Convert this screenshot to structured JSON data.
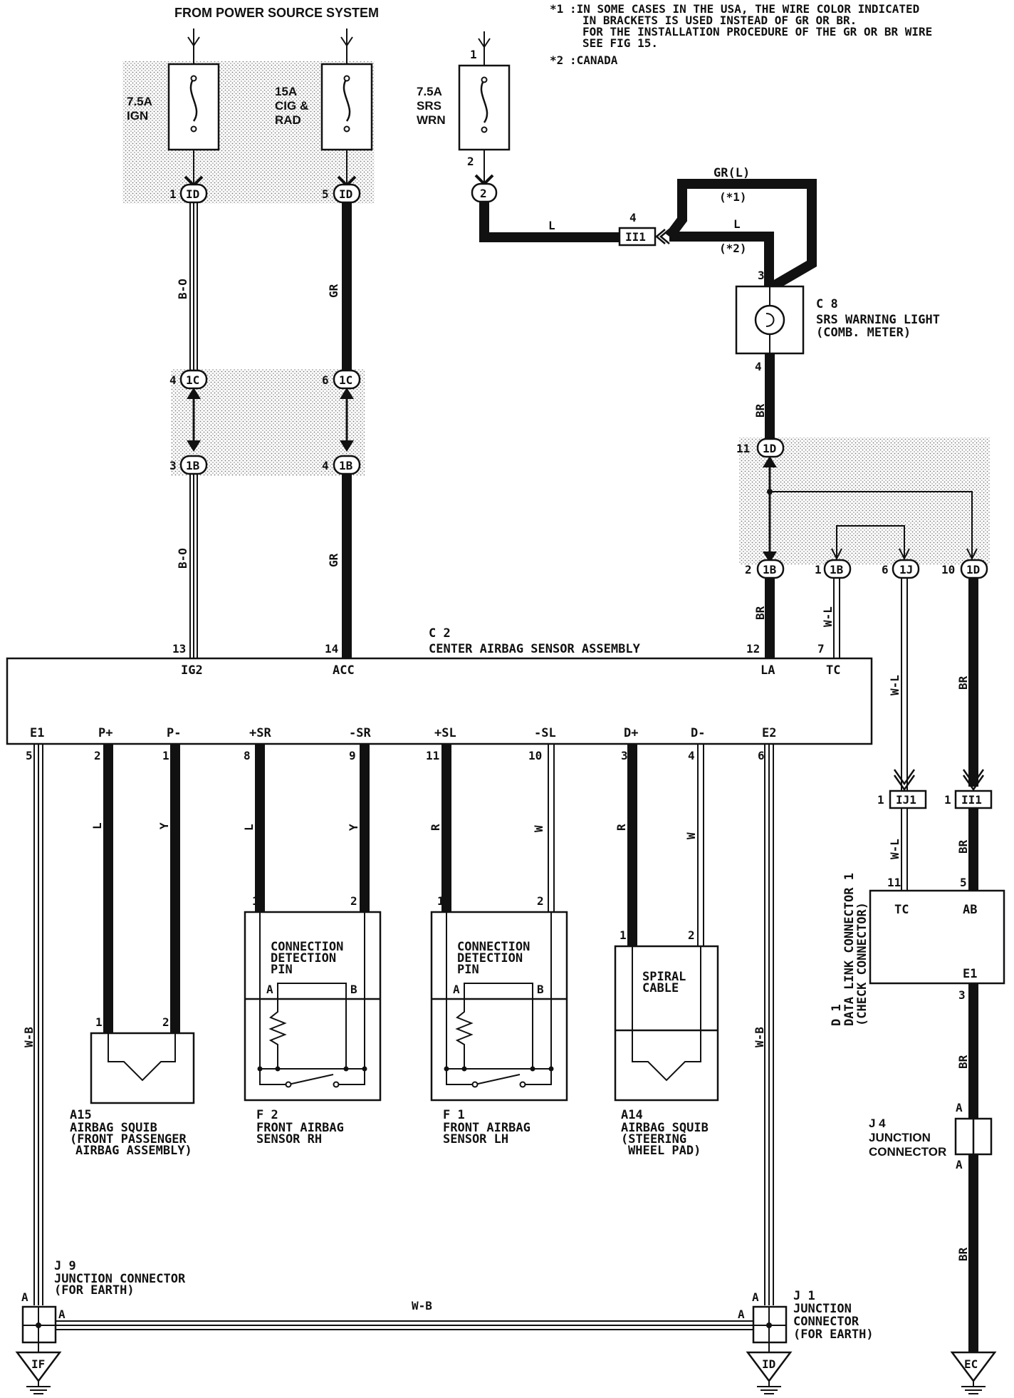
{
  "header": {
    "power_source": "FROM POWER SOURCE SYSTEM",
    "note1_mark": "*1",
    "note1_line1": ":IN SOME CASES IN THE USA, THE WIRE COLOR INDICATED",
    "note1_line2": "IN BRACKETS IS USED INSTEAD OF GR OR BR.",
    "note1_line3": "FOR THE INSTALLATION PROCEDURE OF THE GR OR BR WIRE",
    "note1_line4": "SEE FIG 15.",
    "note2_mark": "*2",
    "note2_text": ":CANADA"
  },
  "fuses": {
    "ign": {
      "rating": "7.5A",
      "name": "IGN"
    },
    "cig": {
      "rating": "15A",
      "name1": "CIG &",
      "name2": "RAD"
    },
    "srs": {
      "rating": "7.5A",
      "name1": "SRS",
      "name2": "WRN",
      "pin_top": "1",
      "pin_bottom": "2"
    }
  },
  "connectors": {
    "id": "ID",
    "c1": "1C",
    "b1": "1B",
    "d1": "1D",
    "j1": "1J",
    "ii1": "II1",
    "ij1": "IJ1",
    "two": "2",
    "if": "IF",
    "ec": "EC"
  },
  "pins": {
    "p1": "1",
    "p2": "2",
    "p3": "3",
    "p4": "4",
    "p5": "5",
    "p6": "6",
    "p7": "7",
    "p8": "8",
    "p9": "9",
    "p10": "10",
    "p11": "11",
    "p12": "12",
    "p13": "13",
    "p14": "14"
  },
  "wires": {
    "bo": "B-O",
    "gr": "GR",
    "l": "L",
    "grl": "GR(L)",
    "star1": "(*1)",
    "star2": "(*2)",
    "br": "BR",
    "wl": "W-L",
    "y": "Y",
    "r": "R",
    "w": "W",
    "wb": "W-B"
  },
  "components": {
    "c8_id": "C 8",
    "c8_name1": "SRS WARNING LIGHT",
    "c8_name2": "(COMB. METER)",
    "c2_id": "C 2",
    "c2_name": "CENTER AIRBAG SENSOR ASSEMBLY",
    "c2_terms": [
      "IG2",
      "ACC",
      "LA",
      "TC",
      "E1",
      "P+",
      "P-",
      "+SR",
      "-SR",
      "+SL",
      "-SL",
      "D+",
      "D-",
      "E2"
    ],
    "cdp1": "CONNECTION",
    "cdp2": "DETECTION",
    "cdp3": "PIN",
    "spiral1": "SPIRAL",
    "spiral2": "CABLE",
    "term_a": "A",
    "term_b": "B",
    "a15_id": "A15",
    "a15_n1": "AIRBAG SQUIB",
    "a15_n2": "(FRONT PASSENGER",
    "a15_n3": "AIRBAG ASSEMBLY)",
    "f2_id": "F 2",
    "f2_n1": "FRONT AIRBAG",
    "f2_n2": "SENSOR RH",
    "f1_id": "F 1",
    "f1_n1": "FRONT AIRBAG",
    "f1_n2": "SENSOR LH",
    "a14_id": "A14",
    "a14_n1": "AIRBAG SQUIB",
    "a14_n2": "(STEERING",
    "a14_n3": "WHEEL PAD)",
    "d1_id": "D 1",
    "d1_n1": "DATA LINK CONNECTOR 1",
    "d1_n2": "(CHECK CONNECTOR)",
    "d1_tc": "TC",
    "d1_ab": "AB",
    "d1_e1": "E1",
    "j4_id": "J 4",
    "j4_n1": "JUNCTION",
    "j4_n2": "CONNECTOR",
    "j9_id": "J 9",
    "j9_n1": "JUNCTION CONNECTOR",
    "j9_n2": "(FOR EARTH)",
    "j1_id": "J 1",
    "j1_n1": "JUNCTION",
    "j1_n2": "CONNECTOR",
    "j1_n3": "(FOR EARTH)"
  }
}
